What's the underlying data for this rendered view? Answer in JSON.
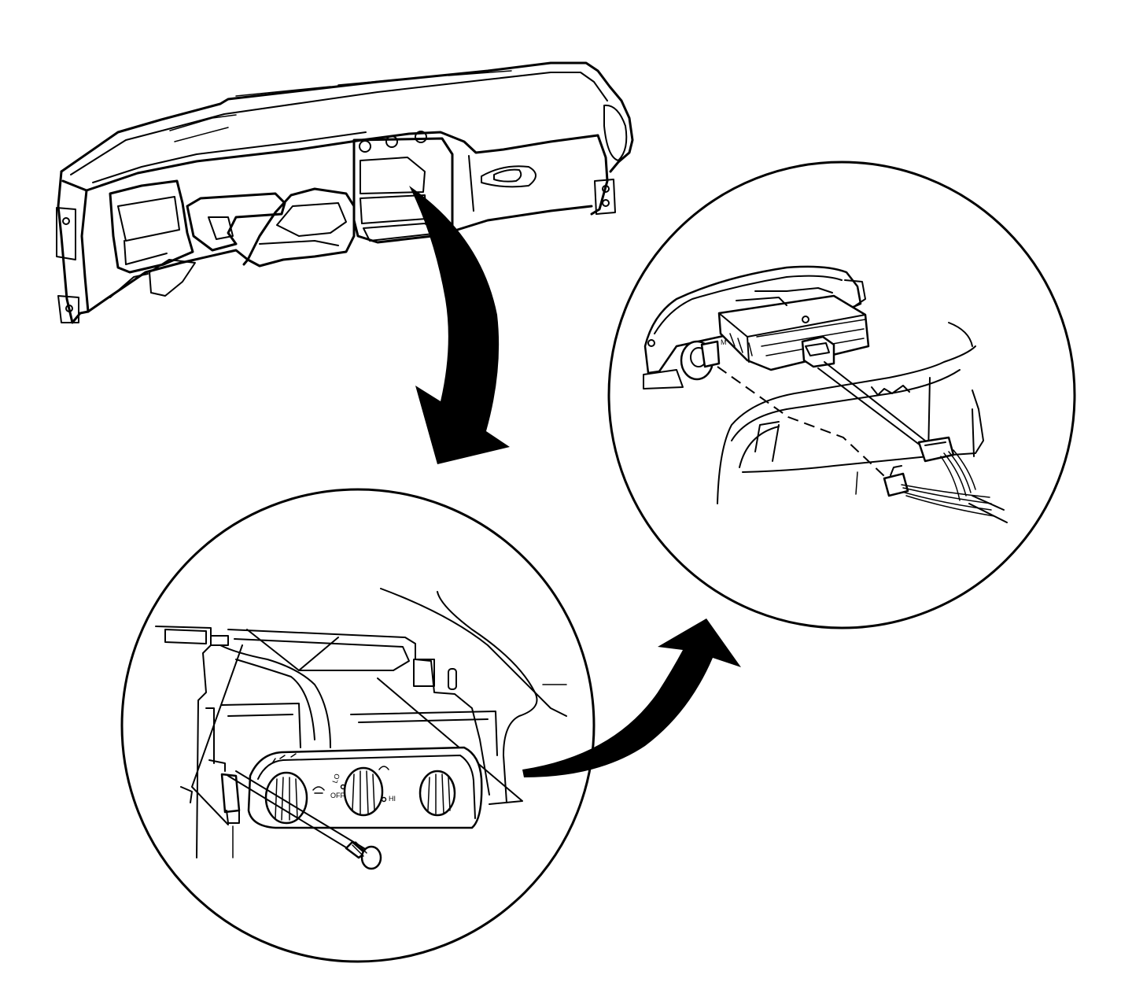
{
  "diagram": {
    "callout_labels": {
      "fan_off": "OFF",
      "fan_lo": "LO",
      "fan_hi": "HI"
    },
    "colors": {
      "line": "#000000",
      "background": "#ffffff"
    }
  }
}
